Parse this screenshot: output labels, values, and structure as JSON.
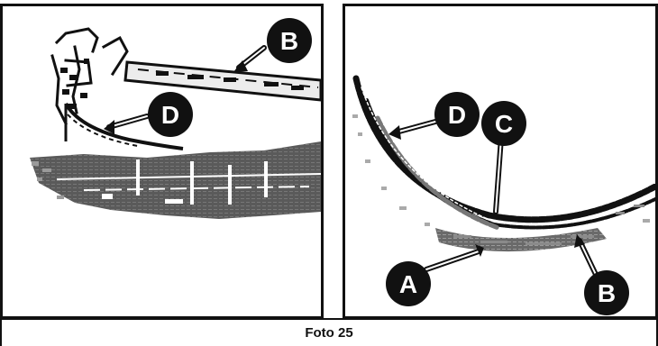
{
  "figure": {
    "caption": "Foto 25"
  },
  "left_panel": {
    "callouts": [
      {
        "label": "B"
      },
      {
        "label": "D"
      }
    ]
  },
  "right_panel": {
    "callouts": [
      {
        "label": "D"
      },
      {
        "label": "C"
      },
      {
        "label": "A"
      },
      {
        "label": "B"
      }
    ]
  },
  "colors": {
    "outline": "#111111",
    "scan_dark": "#1a1a1a",
    "scan_mid": "#5a5a5a",
    "scan_light": "#9a9a9a",
    "callout_fill": "#111111",
    "callout_text": "#ffffff"
  }
}
